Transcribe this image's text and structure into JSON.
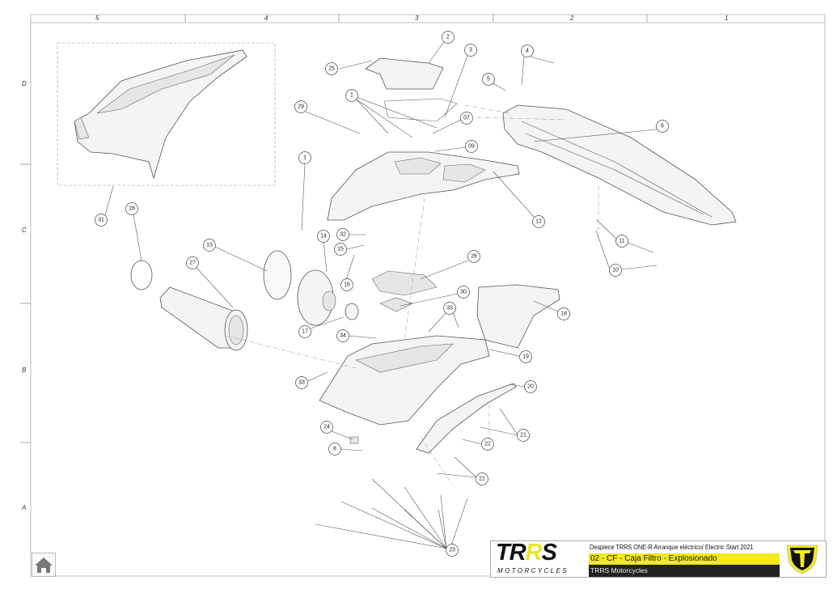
{
  "grid": {
    "columns": [
      "5",
      "4",
      "3",
      "2",
      "1"
    ],
    "rows": [
      "D",
      "C",
      "B",
      "A"
    ]
  },
  "callouts": [
    "2",
    "25",
    "3",
    "4",
    "5",
    "1",
    "29",
    "07",
    "09",
    "6",
    "1",
    "31",
    "28",
    "12",
    "32",
    "15",
    "14",
    "11",
    "13",
    "27",
    "26",
    "10",
    "16",
    "30",
    "18",
    "33",
    "17",
    "34",
    "19",
    "33",
    "20",
    "24",
    "21",
    "22",
    "8",
    "21",
    "23"
  ],
  "title_block": {
    "logo_main_a": "TR",
    "logo_main_b": "R",
    "logo_main_c": "S",
    "logo_sub": "MOTORCYCLES",
    "description": "Despiece TRRS ONE-R  Arranque eléctrico/ Electric Start 2021",
    "sheet_title": "02 - CF - Caja Filtro - Explosionado",
    "company": "TRRS Motorcycles",
    "accent_color": "#f4ea1a"
  },
  "home_icon": "home-icon"
}
